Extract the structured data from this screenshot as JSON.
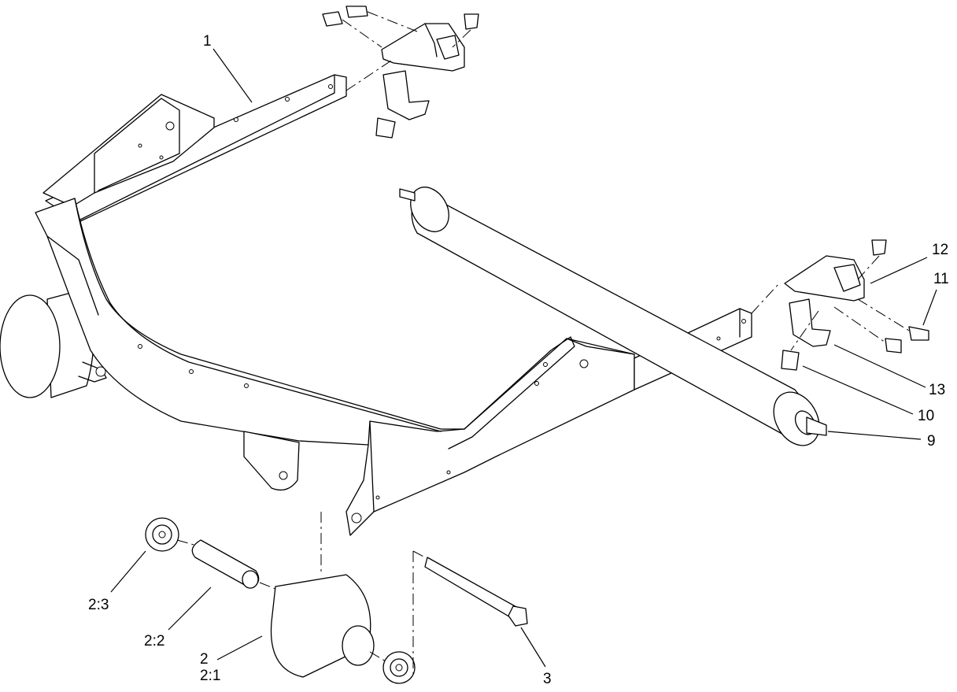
{
  "diagram": {
    "callouts": [
      {
        "id": "c1",
        "label": "1"
      },
      {
        "id": "c12",
        "label": "12"
      },
      {
        "id": "c11",
        "label": "11"
      },
      {
        "id": "c13",
        "label": "13"
      },
      {
        "id": "c10",
        "label": "10"
      },
      {
        "id": "c9",
        "label": "9"
      },
      {
        "id": "c2-3",
        "label": "2:3"
      },
      {
        "id": "c2-2",
        "label": "2:2"
      },
      {
        "id": "c2",
        "label": "2"
      },
      {
        "id": "c2-1",
        "label": "2:1"
      },
      {
        "id": "c3",
        "label": "3"
      }
    ]
  }
}
